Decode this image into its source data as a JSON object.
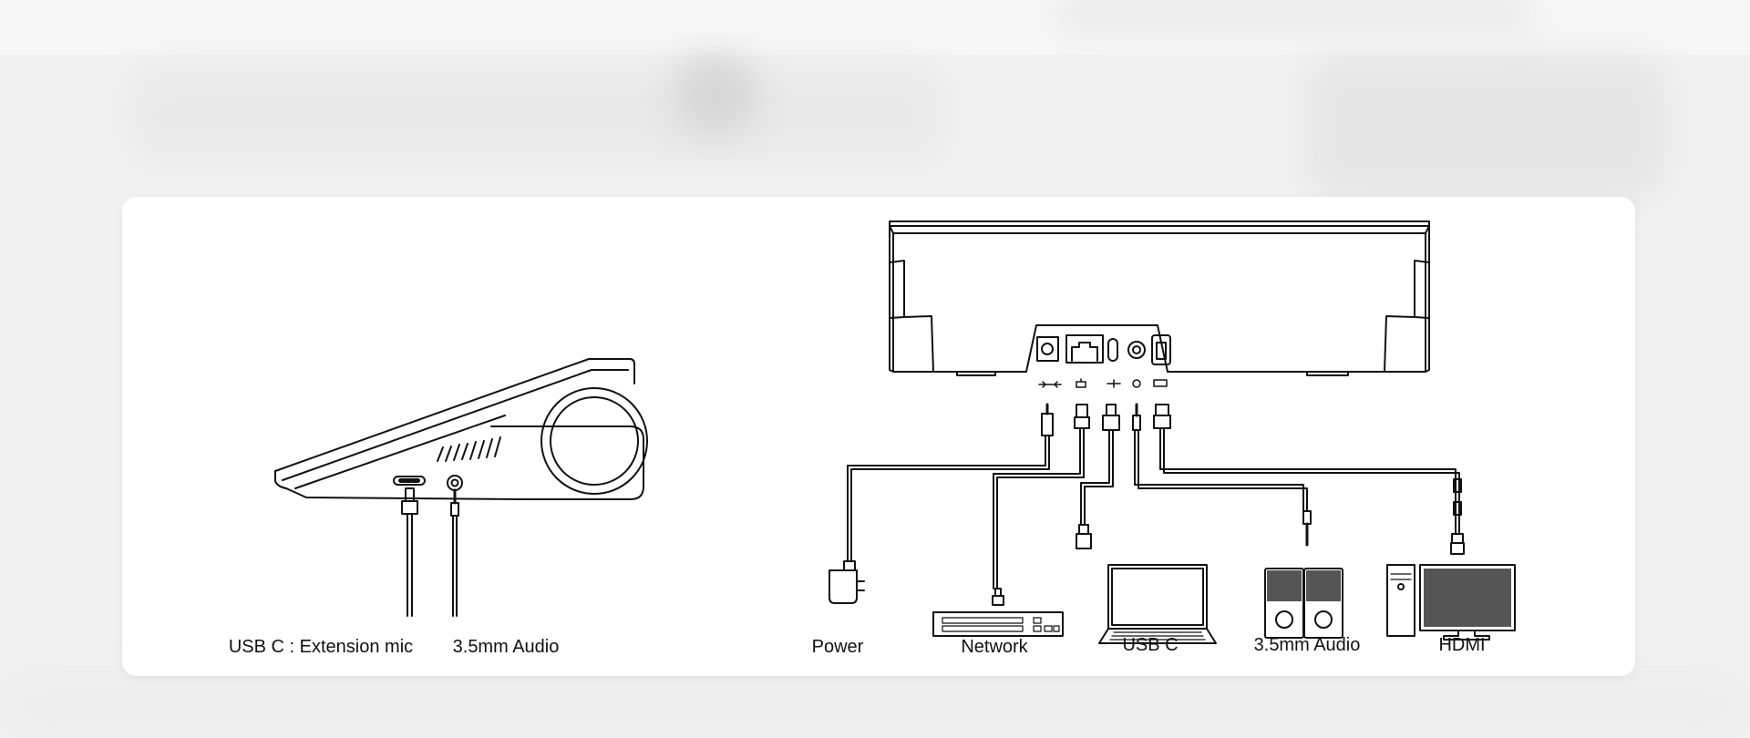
{
  "left_device": {
    "labels": {
      "usb_c_ext_mic": "USB C : Extension mic",
      "audio": "3.5mm Audio"
    }
  },
  "right_device": {
    "labels": {
      "power": "Power",
      "network": "Network",
      "usb_c": "USB C",
      "audio": "3.5mm Audio",
      "hdmi": "HDMI"
    }
  }
}
